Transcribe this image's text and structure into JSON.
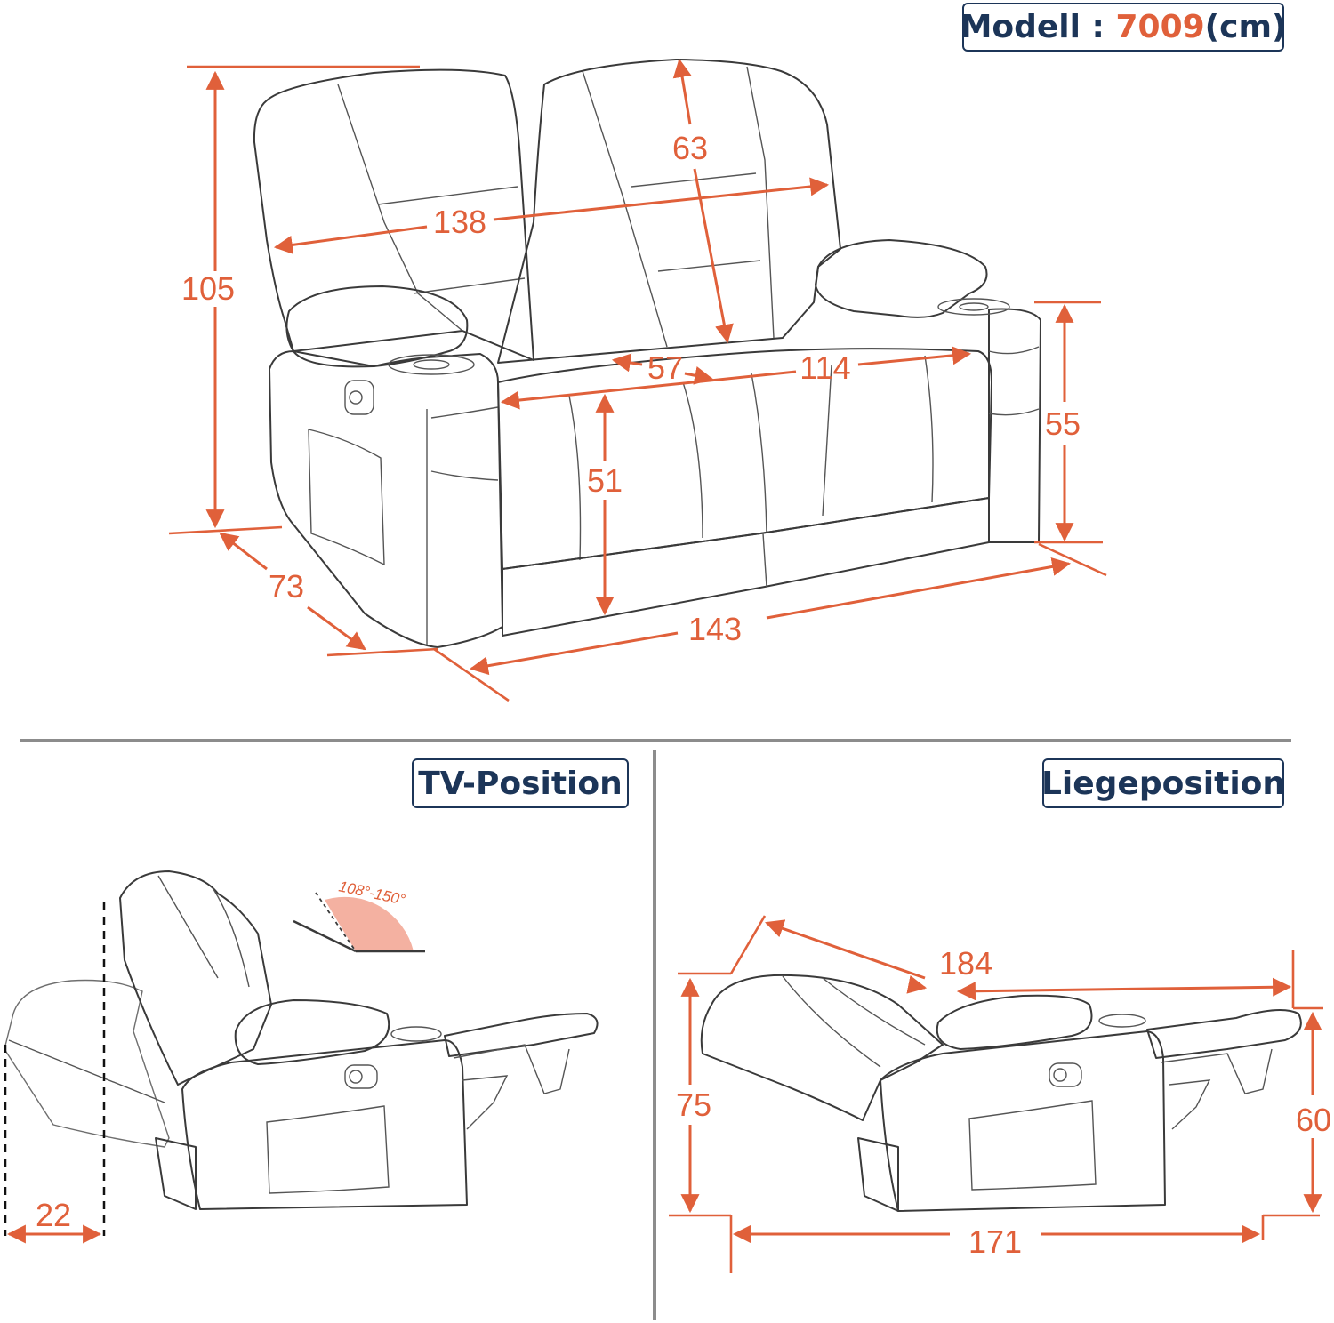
{
  "header": {
    "model_label": "Modell :",
    "model_number": "7009",
    "unit": "(cm)"
  },
  "panels": {
    "tv_position_title": "TV-Position",
    "lying_position_title": "Liegeposition"
  },
  "dimensions": {
    "total_height": "105",
    "total_width_top": "138",
    "backrest_height": "63",
    "seat_width_single": "57",
    "seat_width_total": "114",
    "seat_height": "51",
    "armrest_height": "55",
    "depth": "73",
    "total_width": "143"
  },
  "tv_position": {
    "recline_angle": "108°-150°",
    "wall_clearance": "22"
  },
  "lying_position": {
    "total_length": "184",
    "height": "75",
    "footrest_height": "60",
    "floor_length": "171"
  },
  "colors": {
    "accent": "#e0603a",
    "navy": "#1c3558",
    "outline": "#3a3a3a",
    "separator": "#8c8c8c"
  }
}
